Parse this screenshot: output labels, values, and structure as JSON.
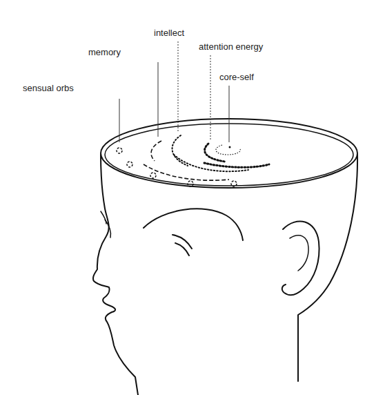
{
  "diagram": {
    "labels": [
      "intellect",
      "attention energy",
      "memory",
      "core-self",
      "sensual orbs"
    ]
  }
}
